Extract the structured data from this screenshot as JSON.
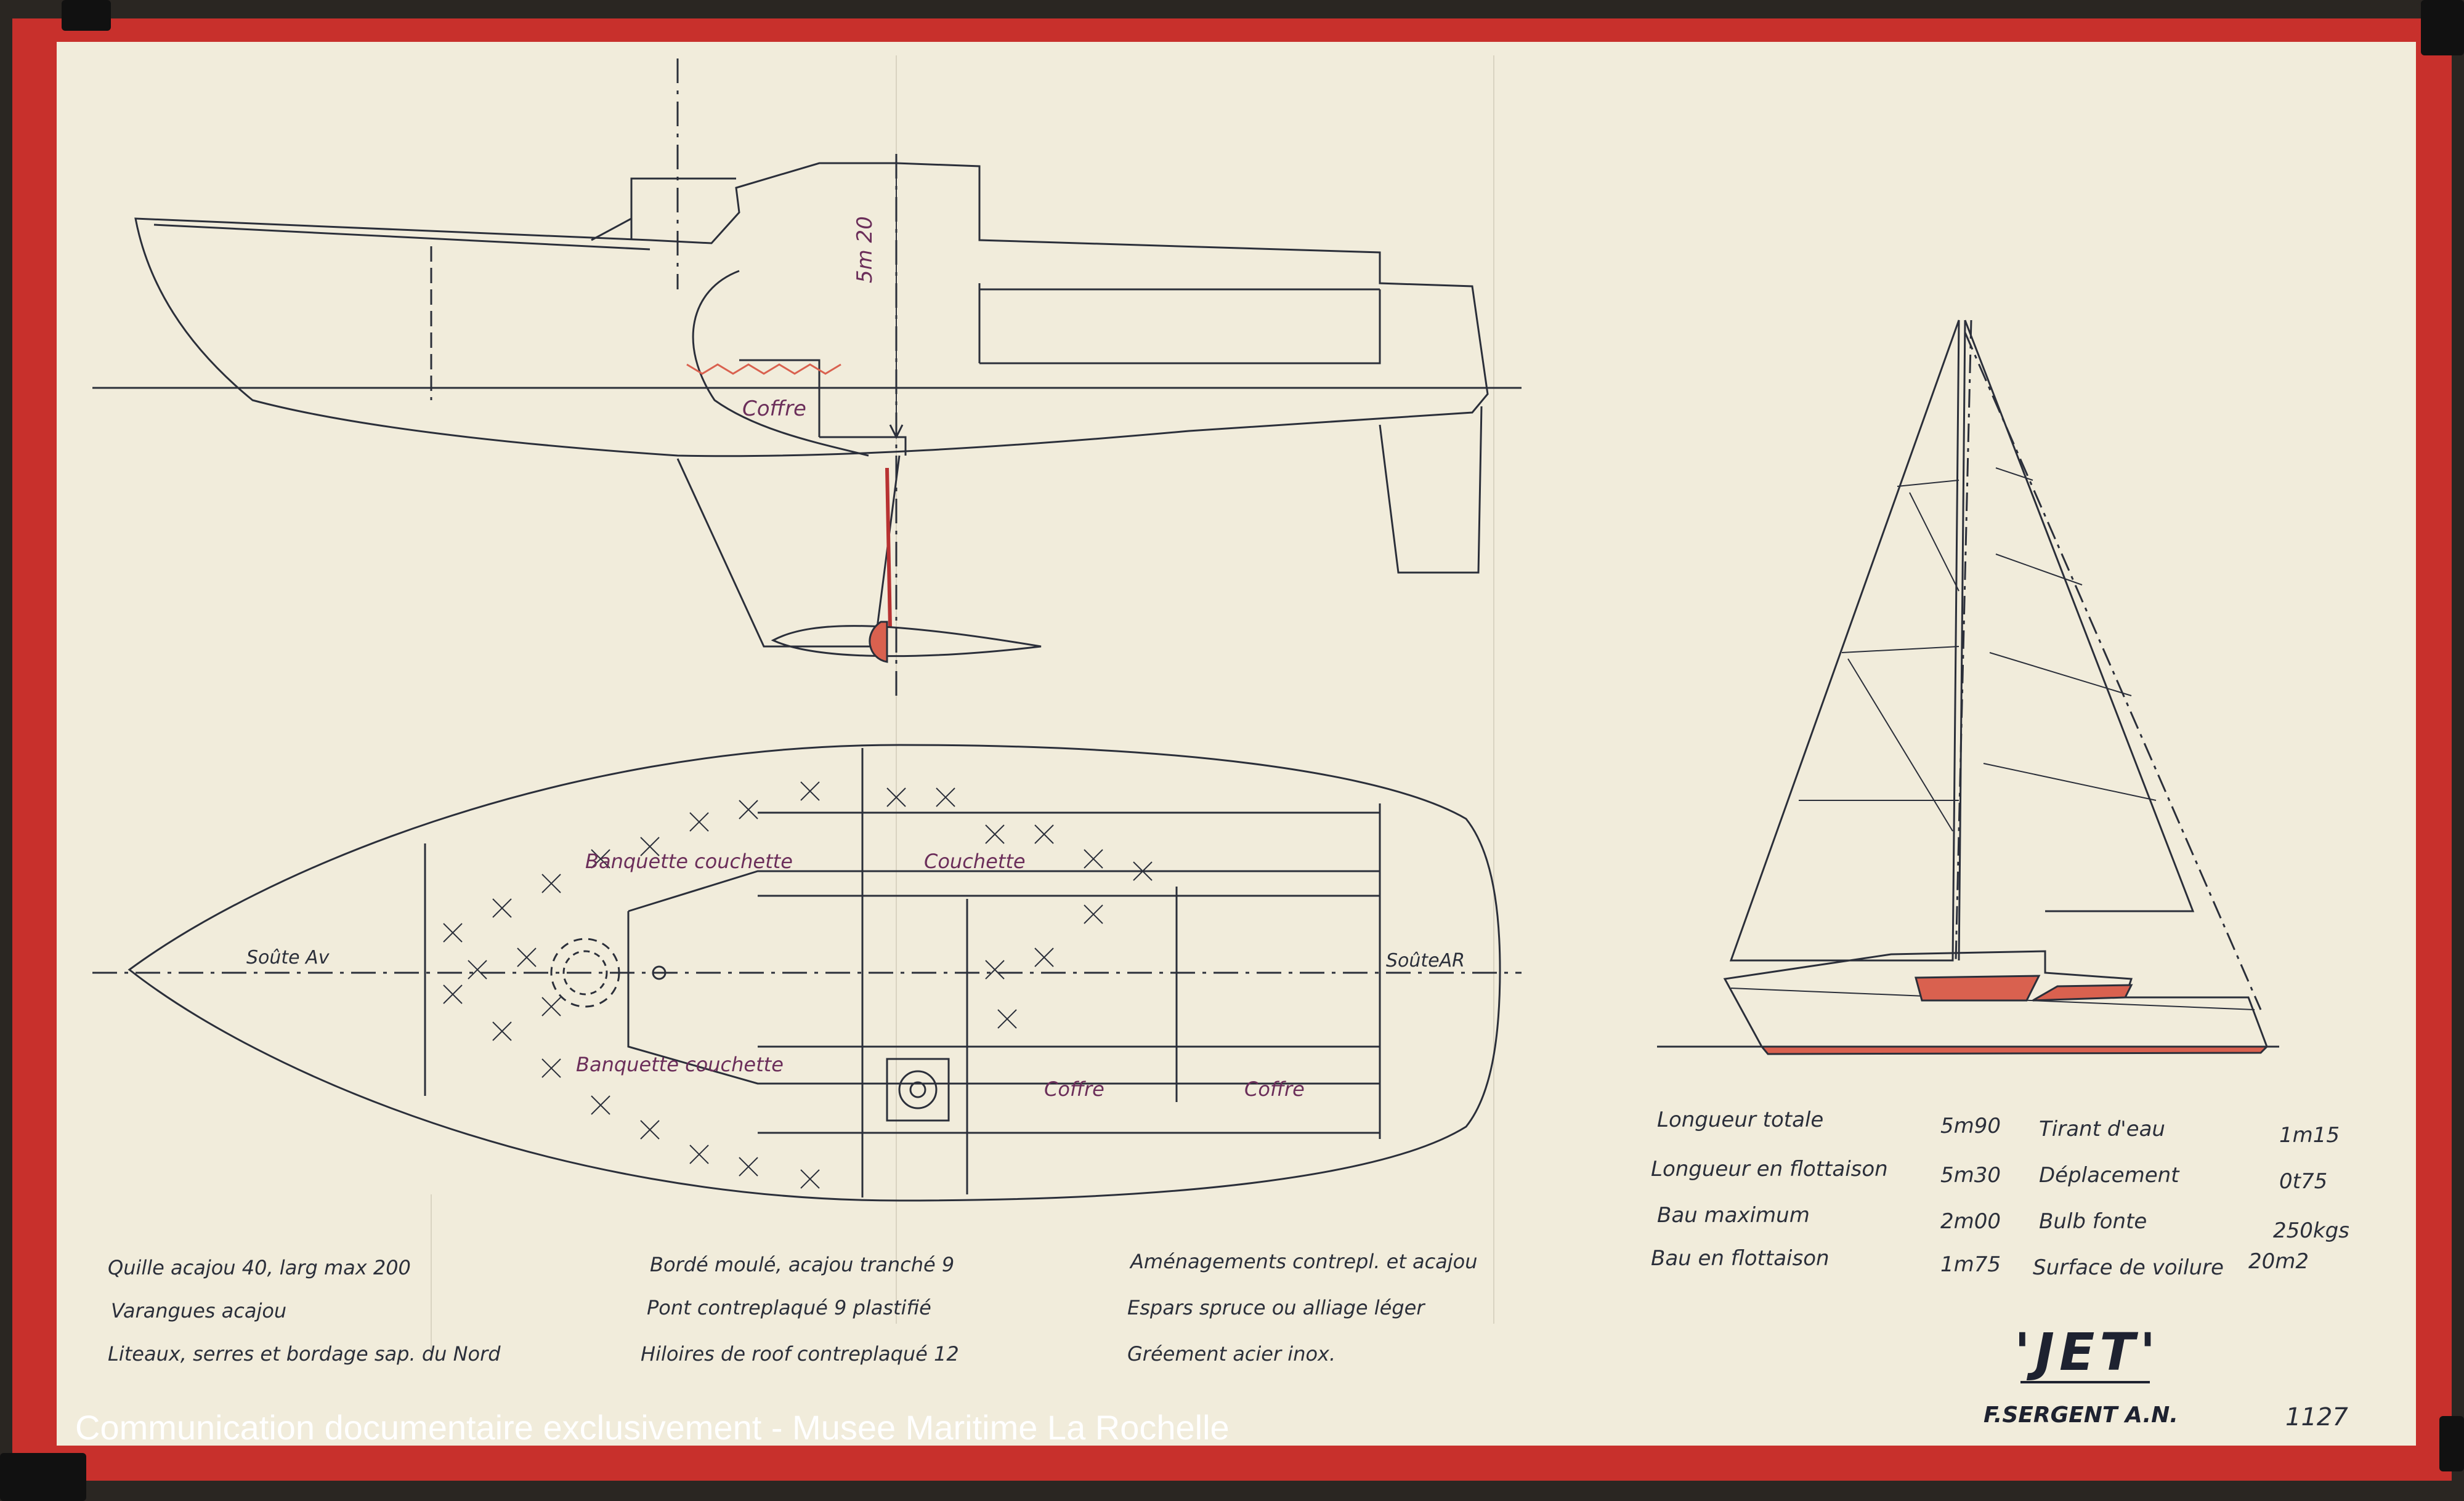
{
  "drawing": {
    "title": "'JET'",
    "designer": "F.SERGENT A.N.",
    "sheet_number": "1127",
    "credit": "Communication documentaire exclusivement - Musee Maritime La Rochelle"
  },
  "profile_view": {
    "height_dimension": "5m 20",
    "labels": {
      "coffre": "Coffre"
    }
  },
  "plan_view": {
    "labels": {
      "soute_av": "Soûte Av",
      "soute_ar": "SoûteAR",
      "banquette_top": "Banquette couchette",
      "couchette": "Couchette",
      "banquette_bottom": "Banquette couchette",
      "coffre_1": "Coffre",
      "coffre_2": "Coffre"
    }
  },
  "specs": [
    {
      "label": "Longueur totale",
      "value": "5m90"
    },
    {
      "label": "Longueur en flottaison",
      "value": "5m30"
    },
    {
      "label": "Bau maximum",
      "value": "2m00"
    },
    {
      "label": "Bau en flottaison",
      "value": "1m75"
    },
    {
      "label": "Tirant d'eau",
      "value": "1m15"
    },
    {
      "label": "Déplacement",
      "value": "0t75"
    },
    {
      "label": "Bulb fonte",
      "value": "250kgs"
    },
    {
      "label": "Surface de voilure",
      "value": "20m2"
    }
  ],
  "construction_notes": {
    "col1": [
      "Quille acajou 40, larg max 200",
      "Varangues acajou",
      "Liteaux, serres et bordage sap. du Nord"
    ],
    "col2": [
      "Bordé moulé, acajou tranché 9",
      "Pont contreplaqué 9 plastifié",
      "Hiloires de roof contreplaqué 12"
    ],
    "col3": [
      "Aménagements contrepl. et acajou",
      "Espars spruce ou alliage léger",
      "Gréement acier inox."
    ]
  },
  "colors": {
    "paper": "#f1ecdb",
    "border_red": "#c42a2a",
    "ink": "#2b2f3a",
    "accent_red": "#d9614f",
    "hatch_red": "#d9614f"
  }
}
